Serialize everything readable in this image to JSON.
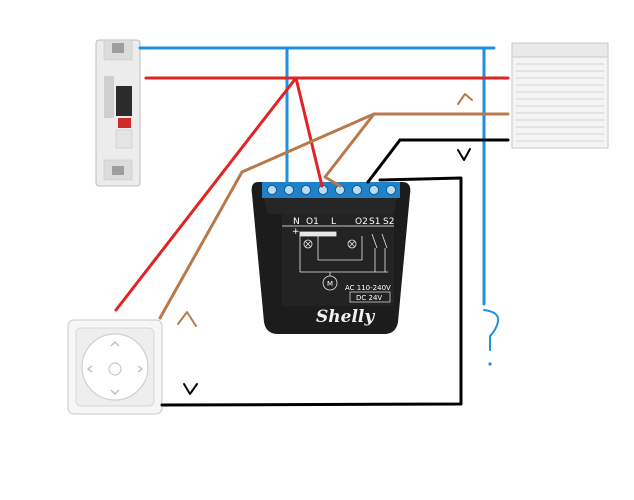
{
  "module": {
    "terminals": [
      "N",
      "O1",
      "L",
      "O2",
      "S1",
      "S2"
    ],
    "plus_sign": "+",
    "voltage_ac": "AC 110-240V",
    "voltage_dc": "DC 24V",
    "brand": "Shelly",
    "motor_label": "M"
  },
  "wire_colors": {
    "neutral_blue": "#1e90e0",
    "phase_red": "#e02424",
    "up_brown": "#b87a4b",
    "down_black": "#000000"
  }
}
